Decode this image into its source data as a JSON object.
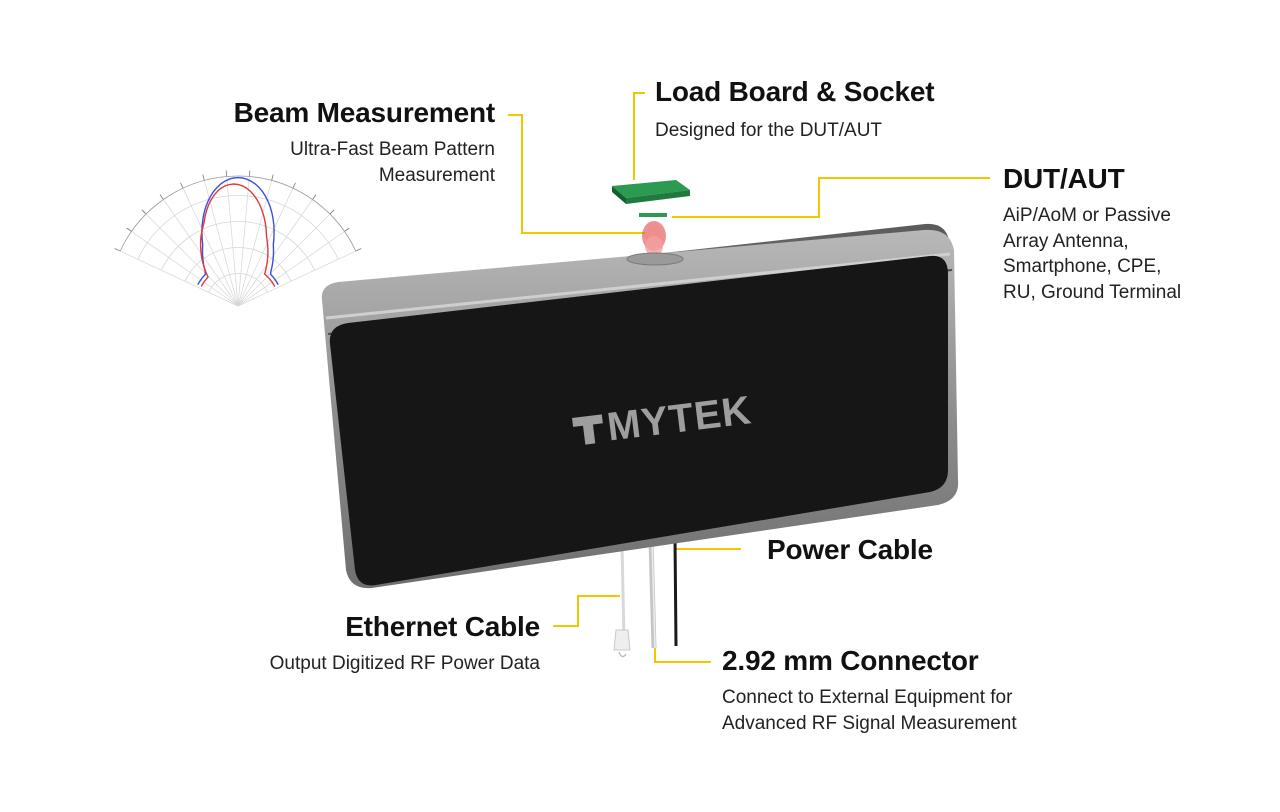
{
  "brand": {
    "name": "MYTEK",
    "accent": "#f2c700"
  },
  "callouts": {
    "beam_measurement": {
      "title": "Beam Measurement",
      "description": [
        "Ultra-Fast Beam Pattern",
        "Measurement"
      ]
    },
    "load_board": {
      "title": "Load Board & Socket",
      "description": [
        "Designed for the DUT/AUT"
      ]
    },
    "dut_aut": {
      "title": "DUT/AUT",
      "description": [
        "AiP/AoM or Passive",
        "Array Antenna,",
        "Smartphone, CPE,",
        "RU, Ground Terminal"
      ]
    },
    "power_cable": {
      "title": "Power Cable"
    },
    "ethernet_cable": {
      "title": "Ethernet Cable",
      "description": [
        "Output Digitized RF Power Data"
      ]
    },
    "connector": {
      "title": "2.92 mm Connector",
      "description": [
        "Connect to External Equipment for",
        "Advanced RF Signal Measurement"
      ]
    }
  },
  "colors": {
    "leader_line": "#f2c700",
    "device_face": "#161616",
    "device_frame": "#9a9a9a",
    "pcb_green": "#1f7a3e",
    "beam_red": "#e03a3a",
    "beam_blue": "#3a4fe0"
  }
}
